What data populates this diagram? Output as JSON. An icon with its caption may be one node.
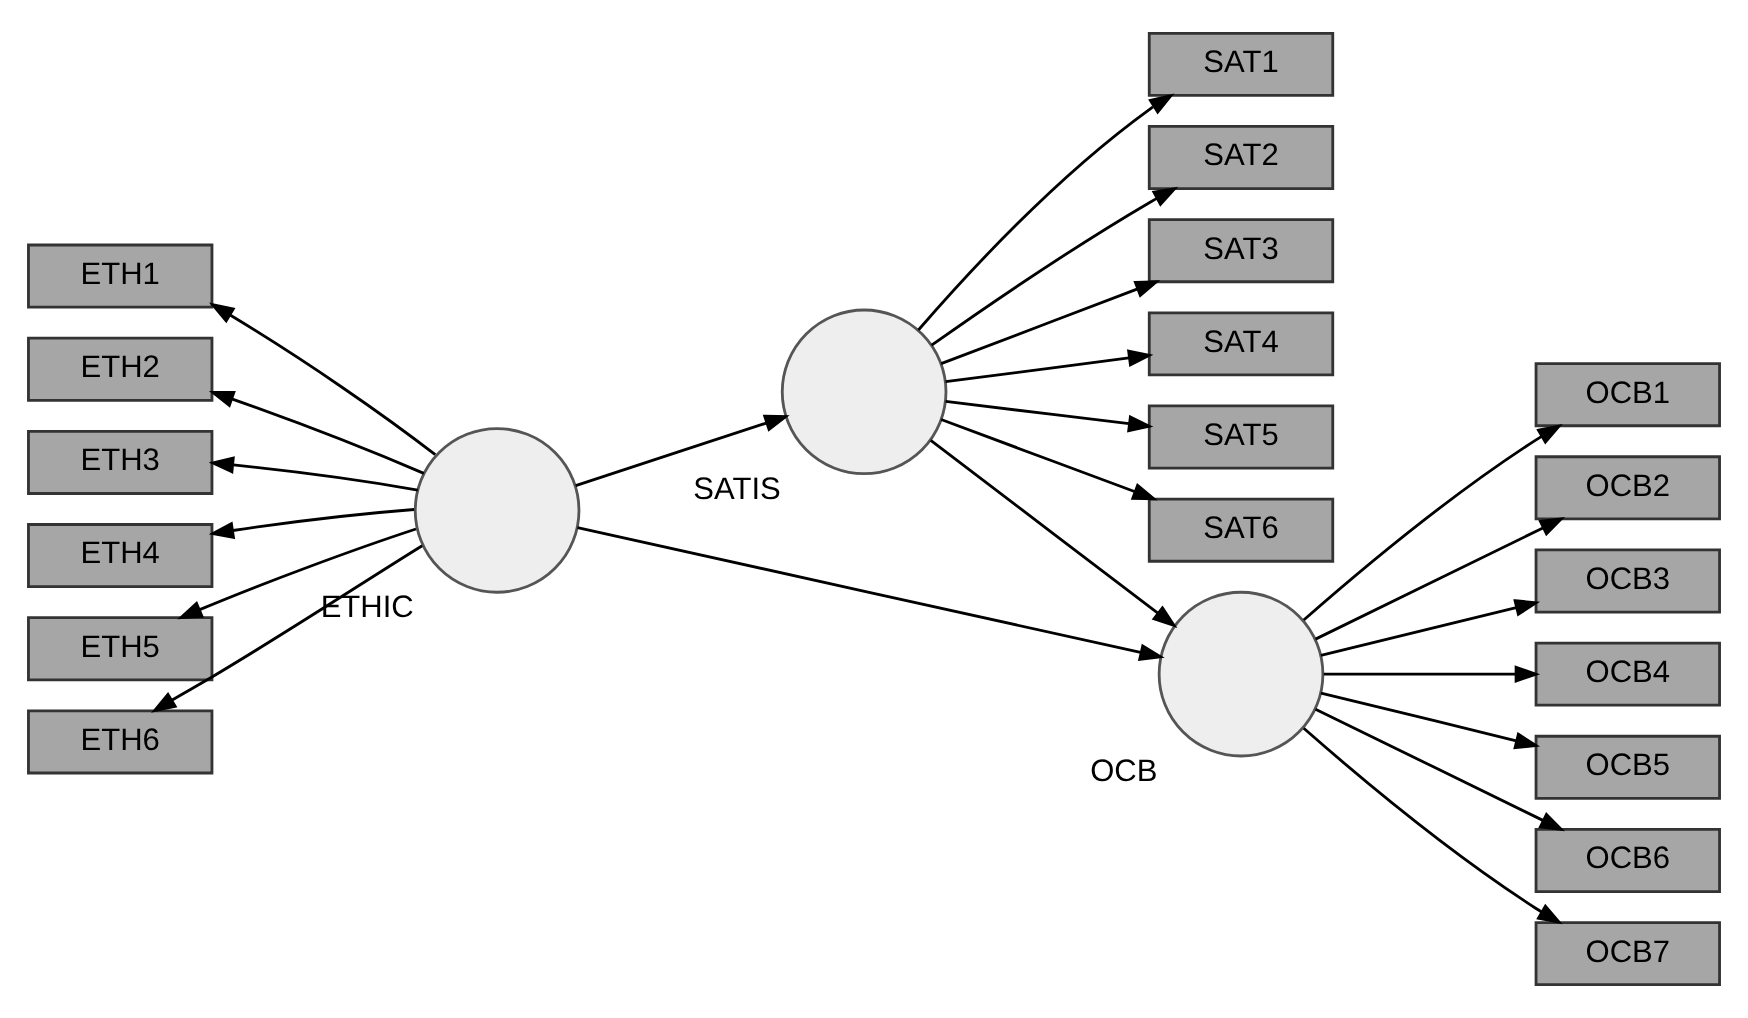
{
  "diagram": {
    "nodes": [
      {
        "text": [
          "SAT1"
        ]
      },
      {
        "text": [
          "SAT2"
        ]
      },
      {
        "text": [
          "SAT3"
        ]
      },
      {
        "text": [
          "SAT4"
        ]
      },
      {
        "text": [
          "SAT5"
        ]
      },
      {
        "text": [
          "SAT6"
        ]
      },
      {
        "text": [
          "SATIS"
        ]
      },
      {
        "text": [
          "ETH1"
        ]
      },
      {
        "text": [
          "ETH2"
        ]
      },
      {
        "text": [
          "ETH3"
        ]
      },
      {
        "text": [
          "ETH4"
        ]
      },
      {
        "text": [
          "ETH5"
        ]
      },
      {
        "text": [
          "ETH6"
        ]
      },
      {
        "text": [
          "ETHIC"
        ]
      },
      {
        "text": [
          "OCB"
        ]
      },
      {
        "text": [
          "OCB1"
        ]
      },
      {
        "text": [
          "OCB2"
        ]
      },
      {
        "text": [
          "OCB3"
        ]
      },
      {
        "text": [
          "OCB4"
        ]
      },
      {
        "text": [
          "OCB5"
        ]
      },
      {
        "text": [
          "OCB6"
        ]
      },
      {
        "text": [
          "OCB7"
        ]
      }
    ],
    "edges": [
      {
        "from": 6,
        "to": 0,
        "arrow": "to"
      },
      {
        "from": 6,
        "to": 1,
        "arrow": "to"
      },
      {
        "from": 6,
        "to": 2,
        "arrow": "to"
      },
      {
        "from": 6,
        "to": 3,
        "arrow": "to"
      },
      {
        "from": 6,
        "to": 4,
        "arrow": "to"
      },
      {
        "from": 6,
        "to": 5,
        "arrow": "to"
      },
      {
        "from": 13,
        "to": 7,
        "arrow": "to"
      },
      {
        "from": 13,
        "to": 8,
        "arrow": "to"
      },
      {
        "from": 13,
        "to": 9,
        "arrow": "to"
      },
      {
        "from": 13,
        "to": 10,
        "arrow": "to"
      },
      {
        "from": 13,
        "to": 11,
        "arrow": "to"
      },
      {
        "from": 13,
        "to": 12,
        "arrow": "to"
      },
      {
        "from": 13,
        "to": 6,
        "arrow": "to"
      },
      {
        "from": 6,
        "to": 14,
        "arrow": "to"
      },
      {
        "from": 13,
        "to": 14,
        "arrow": "to"
      },
      {
        "from": 14,
        "to": 15,
        "arrow": "to"
      },
      {
        "from": 14,
        "to": 16,
        "arrow": "to"
      },
      {
        "from": 14,
        "to": 17,
        "arrow": "to"
      },
      {
        "from": 14,
        "to": 18,
        "arrow": "to"
      },
      {
        "from": 14,
        "to": 19,
        "arrow": "to"
      },
      {
        "from": 14,
        "to": 20,
        "arrow": "to"
      },
      {
        "from": 14,
        "to": 21,
        "arrow": "to"
      }
    ]
  }
}
